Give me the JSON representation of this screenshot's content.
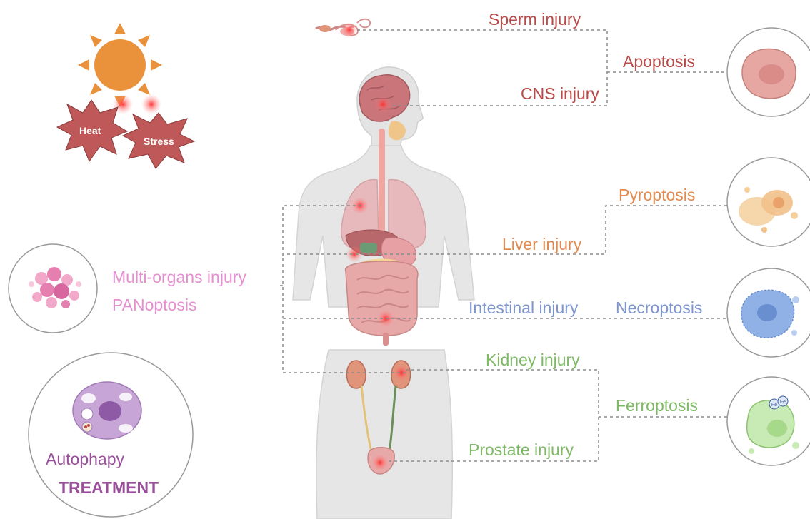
{
  "stress_sources": {
    "heat_label": "Heat",
    "stress_label": "Stress",
    "sun_color": "#e9923b",
    "burst_color": "#bf5858"
  },
  "injuries": {
    "sperm": "Sperm injury",
    "cns": "CNS injury",
    "liver": "Liver injury",
    "intestinal": "Intestinal injury",
    "kidney": "Kidney injury",
    "prostate": "Prostate injury",
    "multi_organs": "Multi-organs injury"
  },
  "cell_death": {
    "apoptosis": "Apoptosis",
    "pyroptosis": "Pyroptosis",
    "necroptosis": "Necroptosis",
    "ferroptosis": "Ferroptosis",
    "panoptosis": "PANoptosis"
  },
  "treatment": {
    "autophagy_label": "Autophapy",
    "treatment_label": "TREATMENT"
  },
  "colors": {
    "apoptosis": "#b94a4a",
    "pyroptosis": "#e38a4f",
    "necroptosis": "#7f95cf",
    "ferroptosis": "#7fb866",
    "panoptosis": "#e58fd0",
    "autophagy": "#9a4f9a"
  },
  "icons": {
    "ferroptosis_iron_label": "Fe"
  }
}
